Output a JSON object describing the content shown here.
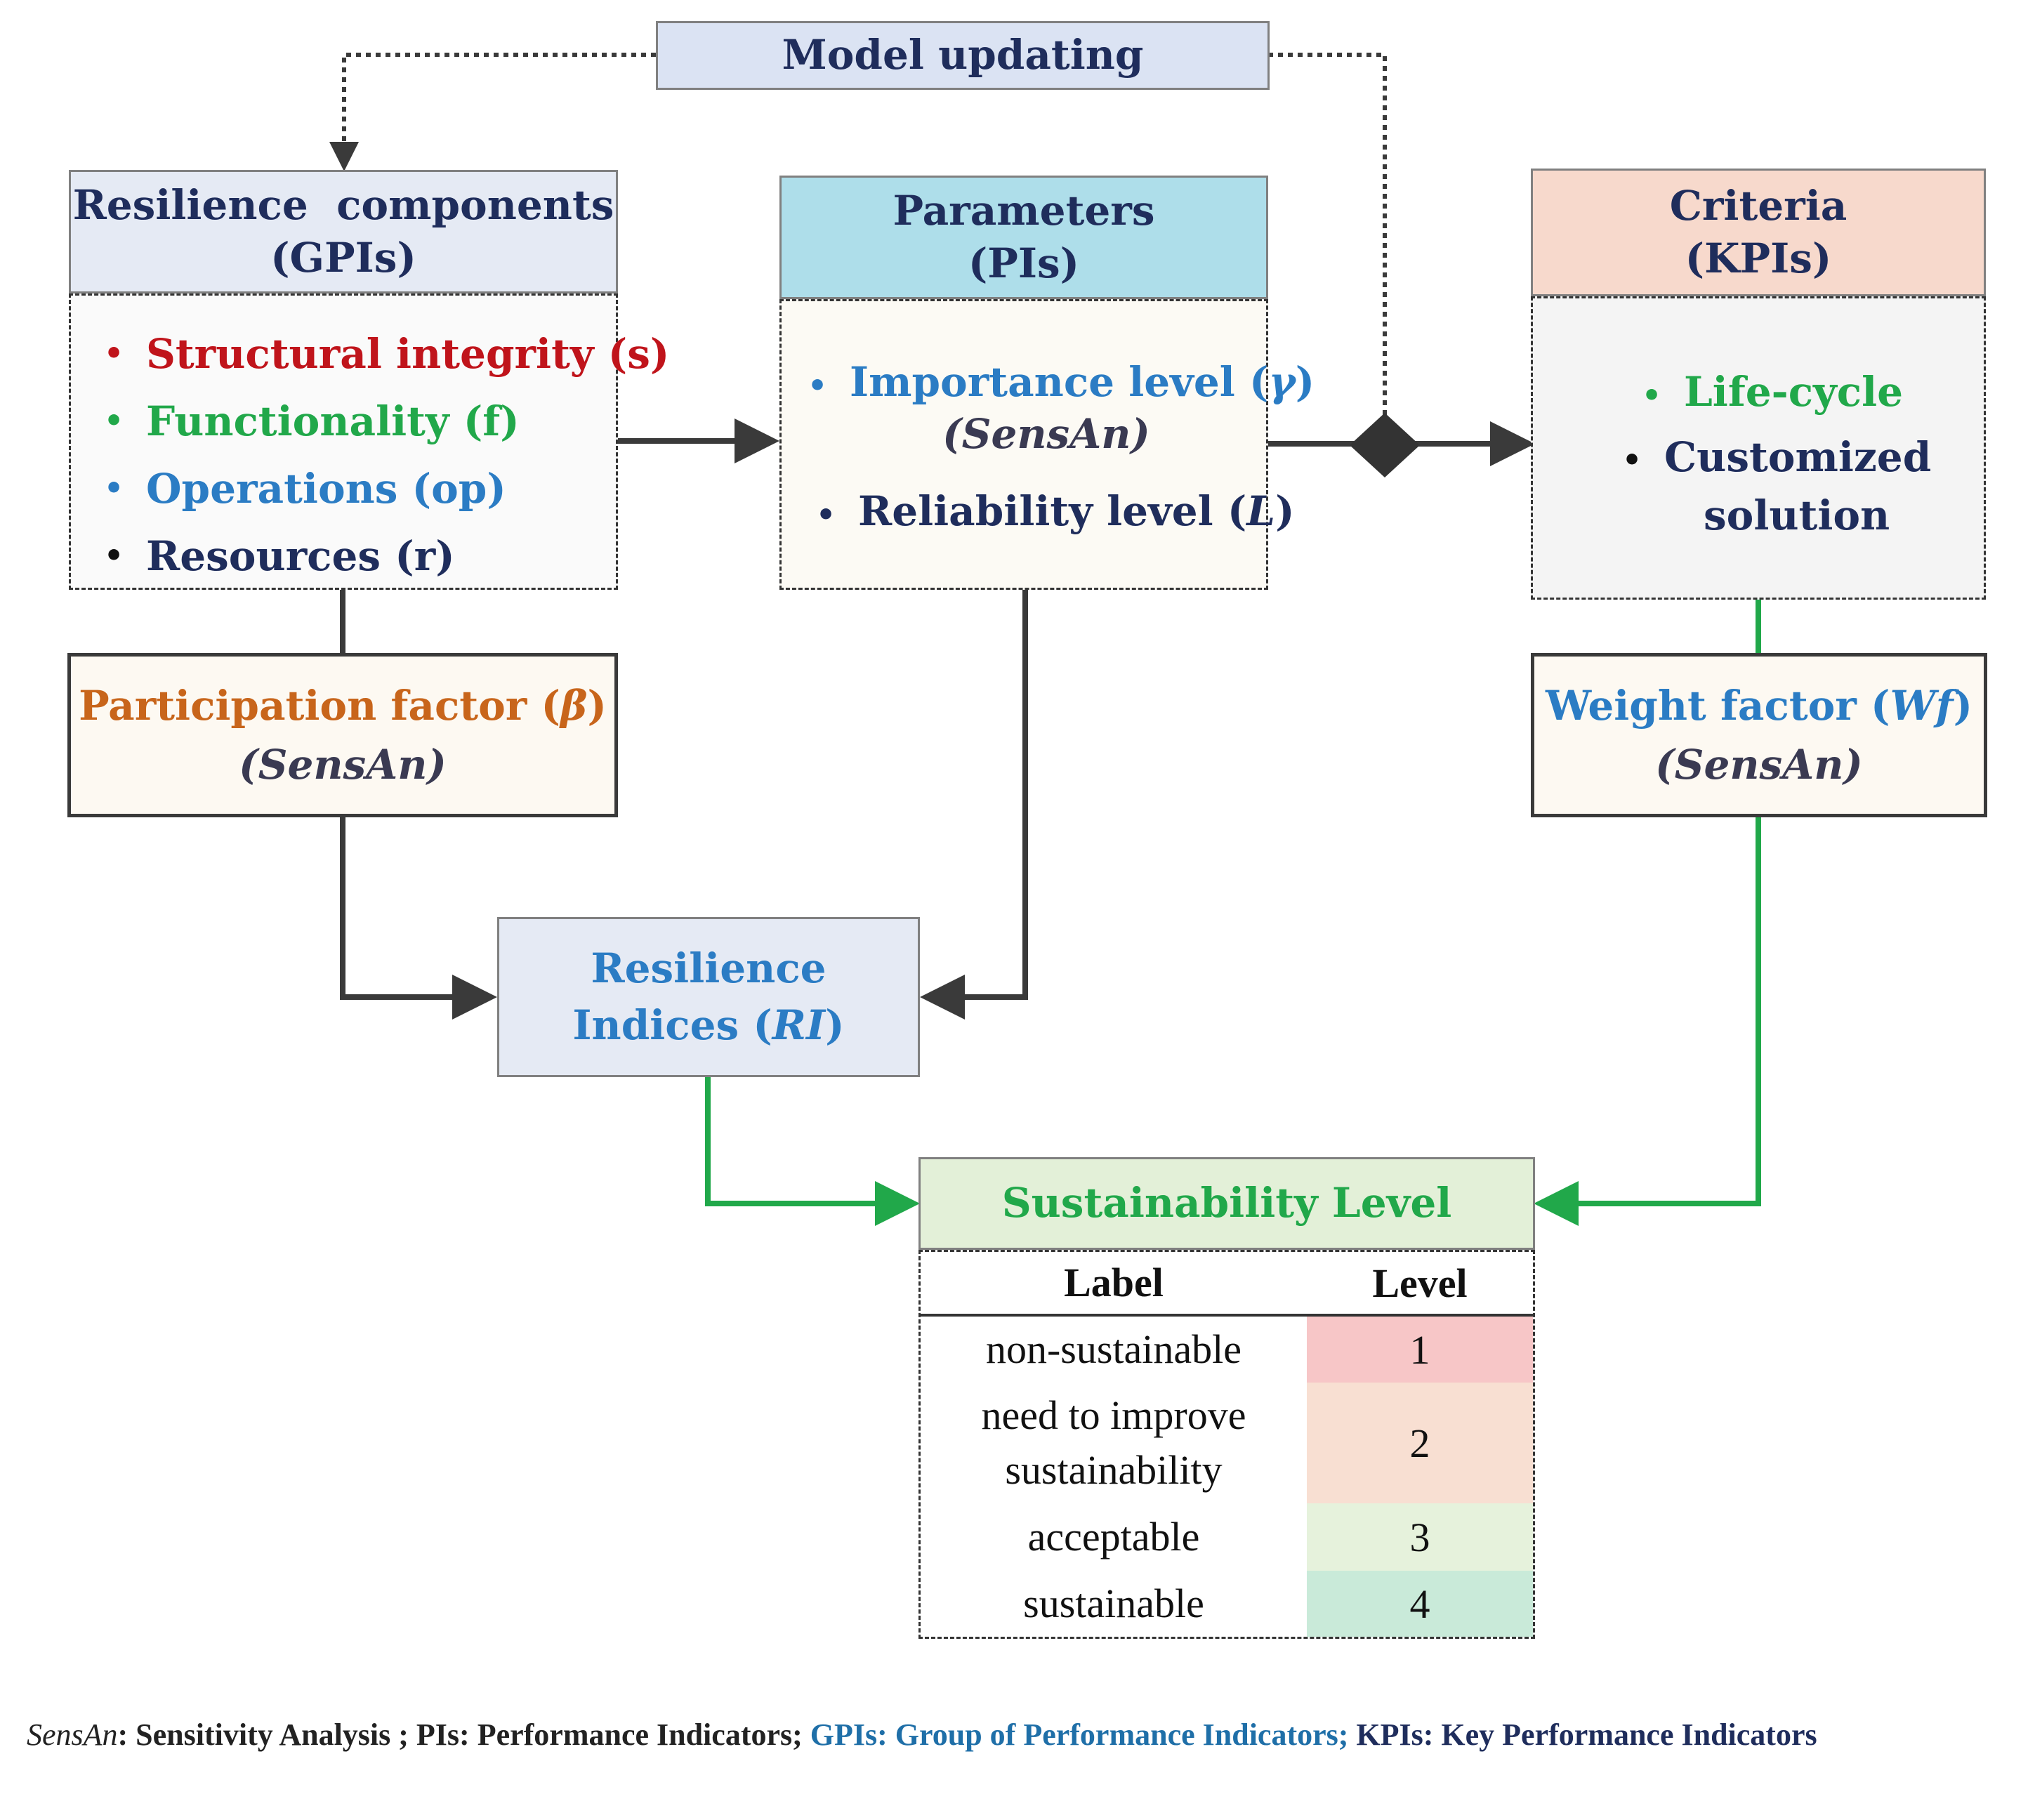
{
  "model_updating": {
    "label": "Model updating"
  },
  "resilience_components": {
    "title_line1": "Resilience  components",
    "title_line2": "(GPIs)",
    "items": [
      {
        "text": "Structural integrity (s)",
        "color": "#c0141b"
      },
      {
        "text": "Functionality (f)",
        "color": "#21a84a"
      },
      {
        "text": "Operations (op)",
        "color": "#2b7cc4"
      },
      {
        "text": "Resources (r)",
        "color": "#1f2d5c"
      }
    ]
  },
  "parameters": {
    "title_line1": "Parameters",
    "title_line2": "(PIs)",
    "importance": "Importance level (",
    "importance_sym": "γ",
    "importance_end": ")",
    "importance_sub": "(SensAn)",
    "reliability": "Reliability level (",
    "reliability_sym": "L",
    "reliability_end": ")"
  },
  "criteria": {
    "title_line1": "Criteria",
    "title_line2": "(KPIs)",
    "item1": "Life-cycle",
    "item2_line1": "Customized",
    "item2_line2": "solution"
  },
  "participation": {
    "label": "Participation factor (",
    "sym": "β",
    "end": ")",
    "sub": "(SensAn)"
  },
  "weight": {
    "label": "Weight factor (",
    "sym": "Wf",
    "end": ")",
    "sub": "(SensAn)"
  },
  "resilience_indices": {
    "line1": "Resilience",
    "line2": "Indices (",
    "sym": "RI",
    "end": ")"
  },
  "sustainability": {
    "title": "Sustainability Level",
    "col_label": "Label",
    "col_level": "Level",
    "rows": [
      {
        "label": "non-sustainable",
        "level": "1",
        "color": "#f7c6c7"
      },
      {
        "label": "need to improve sustainability",
        "level": "2",
        "color": "#f8dfd2"
      },
      {
        "label": "acceptable",
        "level": "3",
        "color": "#e6f2dc"
      },
      {
        "label": "sustainable",
        "level": "4",
        "color": "#c9ead9"
      }
    ]
  },
  "footer": {
    "sensan": "SensAn",
    "sensan_def": ": Sensitivity  Analysis ;",
    "pis": " PIs:  Performance  Indicators;",
    "gpis": " GPIs:  Group  of  Performance  Indicators;",
    "kpis": " KPIs:  Key  Performance  Indicators"
  },
  "colors": {
    "navy": "#1f2d5c",
    "blue": "#2b7cc4",
    "green": "#21a84a",
    "orange": "#c8651b",
    "arrow_dark": "#3a3a3a"
  }
}
